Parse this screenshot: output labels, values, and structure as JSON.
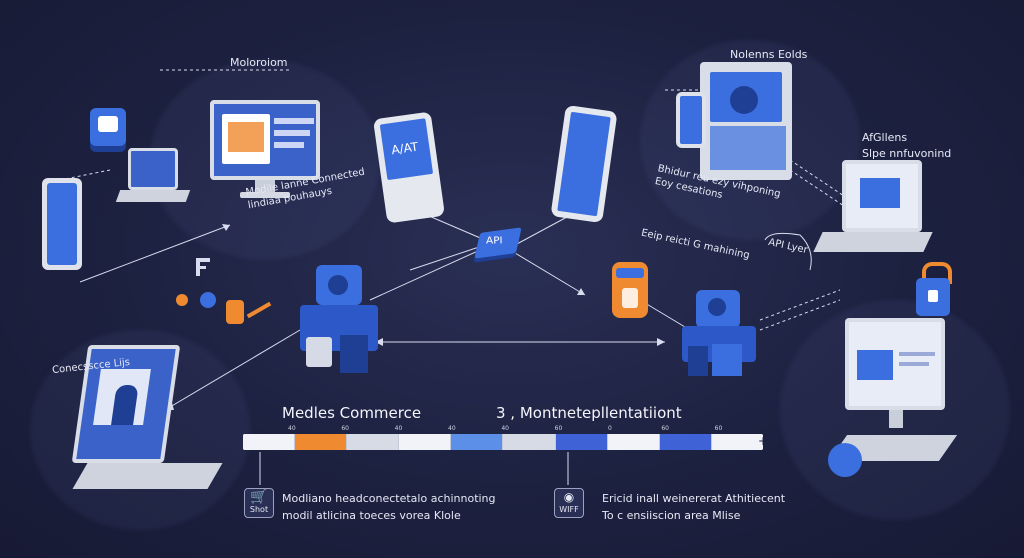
{
  "labels": {
    "top_left": "Moloroiom",
    "mobile_connected": "Modile lanne Connected\nlindiaa pouhauys",
    "connected_left": "Conecsscce Lijs",
    "top_right": "Nolenns Eolds",
    "right_side": "AfGllens\nSlpe nnfuvonind",
    "center_right": "Bhidur reu ezy vihponing\nEoy cesations",
    "edge_streaming": "Eeip reicti G mahining",
    "api_layer": "API Lyer",
    "api_chip": "API",
    "tablet_text": "A/AT"
  },
  "footer": {
    "left_title": "Medles Commerce",
    "right_title": "3 , Montnetepllentatiiont",
    "left_badge": "Shot",
    "right_badge": "WIFF",
    "left_text": "Modliano headconectetalo achinnoting\nmodil atlicina toeces vorea Klole",
    "right_text": "Ericid inall weinererat Athitiecent\nTo c ensiiscion area Mlise"
  },
  "bar": {
    "ticks": [
      "40",
      "60",
      "40",
      "40",
      "40",
      "60",
      "0",
      "60",
      "60"
    ],
    "segments": [
      {
        "color": "#f1f3f8"
      },
      {
        "color": "#f08a30"
      },
      {
        "color": "#d7dbe6"
      },
      {
        "color": "#f1f3f8"
      },
      {
        "color": "#5b8fe8"
      },
      {
        "color": "#d7dbe6"
      },
      {
        "color": "#3f63d6"
      },
      {
        "color": "#f1f3f8"
      },
      {
        "color": "#3f63d6"
      },
      {
        "color": "#f1f3f8"
      }
    ],
    "end_symbol": "+"
  },
  "colors": {
    "background": "#1d2140",
    "accent_blue": "#3b6fe0",
    "accent_orange": "#f08a30",
    "line": "#d8dcef"
  }
}
